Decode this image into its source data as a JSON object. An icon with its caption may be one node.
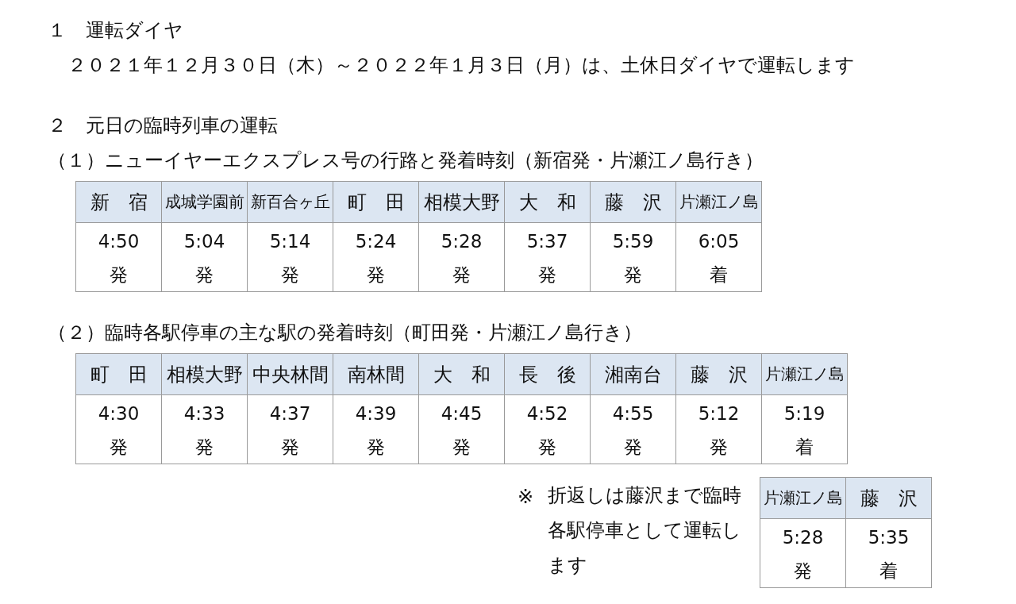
{
  "diagram": {
    "labels": [
      "１　運転ダイヤ",
      "２０２１年１２月３０日（木）～２０２２年１月３日（月）は、土休日ダイヤで運転します",
      "２　元日の臨時列車の運転",
      "（１）ニューイヤーエクスプレス号の行路と発着時刻（新宿発・片瀬江ノ島行き）",
      "新　宿",
      "成城学園前",
      "新百合ヶ丘",
      "町　田",
      "相模大野",
      "大　和",
      "藤　沢",
      "片瀬江ノ島",
      "4:50",
      "5:04",
      "5:14",
      "5:24",
      "5:28",
      "5:37",
      "5:59",
      "6:05",
      "発",
      "発",
      "発",
      "発",
      "発",
      "発",
      "発",
      "着",
      "（２）臨時各駅停車の主な駅の発着時刻（町田発・片瀬江ノ島行き）",
      "町　田",
      "相模大野",
      "中央林間",
      "南林間",
      "大　和",
      "長　後",
      "湘南台",
      "藤　沢",
      "片瀬江ノ島",
      "4:30",
      "4:33",
      "4:37",
      "4:39",
      "4:45",
      "4:52",
      "4:55",
      "5:12",
      "5:19",
      "発",
      "発",
      "発",
      "発",
      "発",
      "発",
      "発",
      "発",
      "着",
      "※",
      "折返しは藤沢まで臨時各駅停車として運転します",
      "片瀬江ノ島",
      "藤　沢",
      "5:28",
      "5:35",
      "発",
      "着"
    ]
  }
}
